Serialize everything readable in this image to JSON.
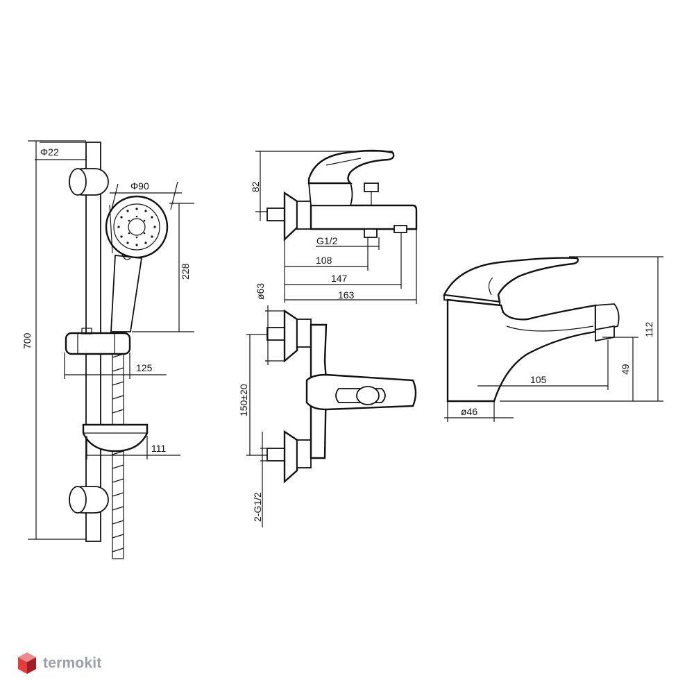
{
  "shower_set": {
    "dims": {
      "rail_diameter": "Φ22",
      "head_diameter": "Φ90",
      "head_height": "228",
      "total_height": "700",
      "holder_projection": "125",
      "soap_dish_projection": "111"
    }
  },
  "bath_mixer": {
    "dims": {
      "height": "82",
      "thread": "G1/2",
      "outlet_108": "108",
      "outlet_147": "147",
      "length": "163",
      "flange_diameter": "ø63",
      "center_distance": "150±20",
      "inlets": "2-G1/2"
    }
  },
  "basin_mixer": {
    "dims": {
      "height": "112",
      "spout_height": "49",
      "reach": "105",
      "base_diameter": "ø46"
    }
  },
  "watermark": {
    "text": "termokit",
    "colors": {
      "top": "#ee8a8a",
      "left": "#e23c3c",
      "right": "#9e1f2a",
      "text": "#9aa0a8"
    }
  }
}
